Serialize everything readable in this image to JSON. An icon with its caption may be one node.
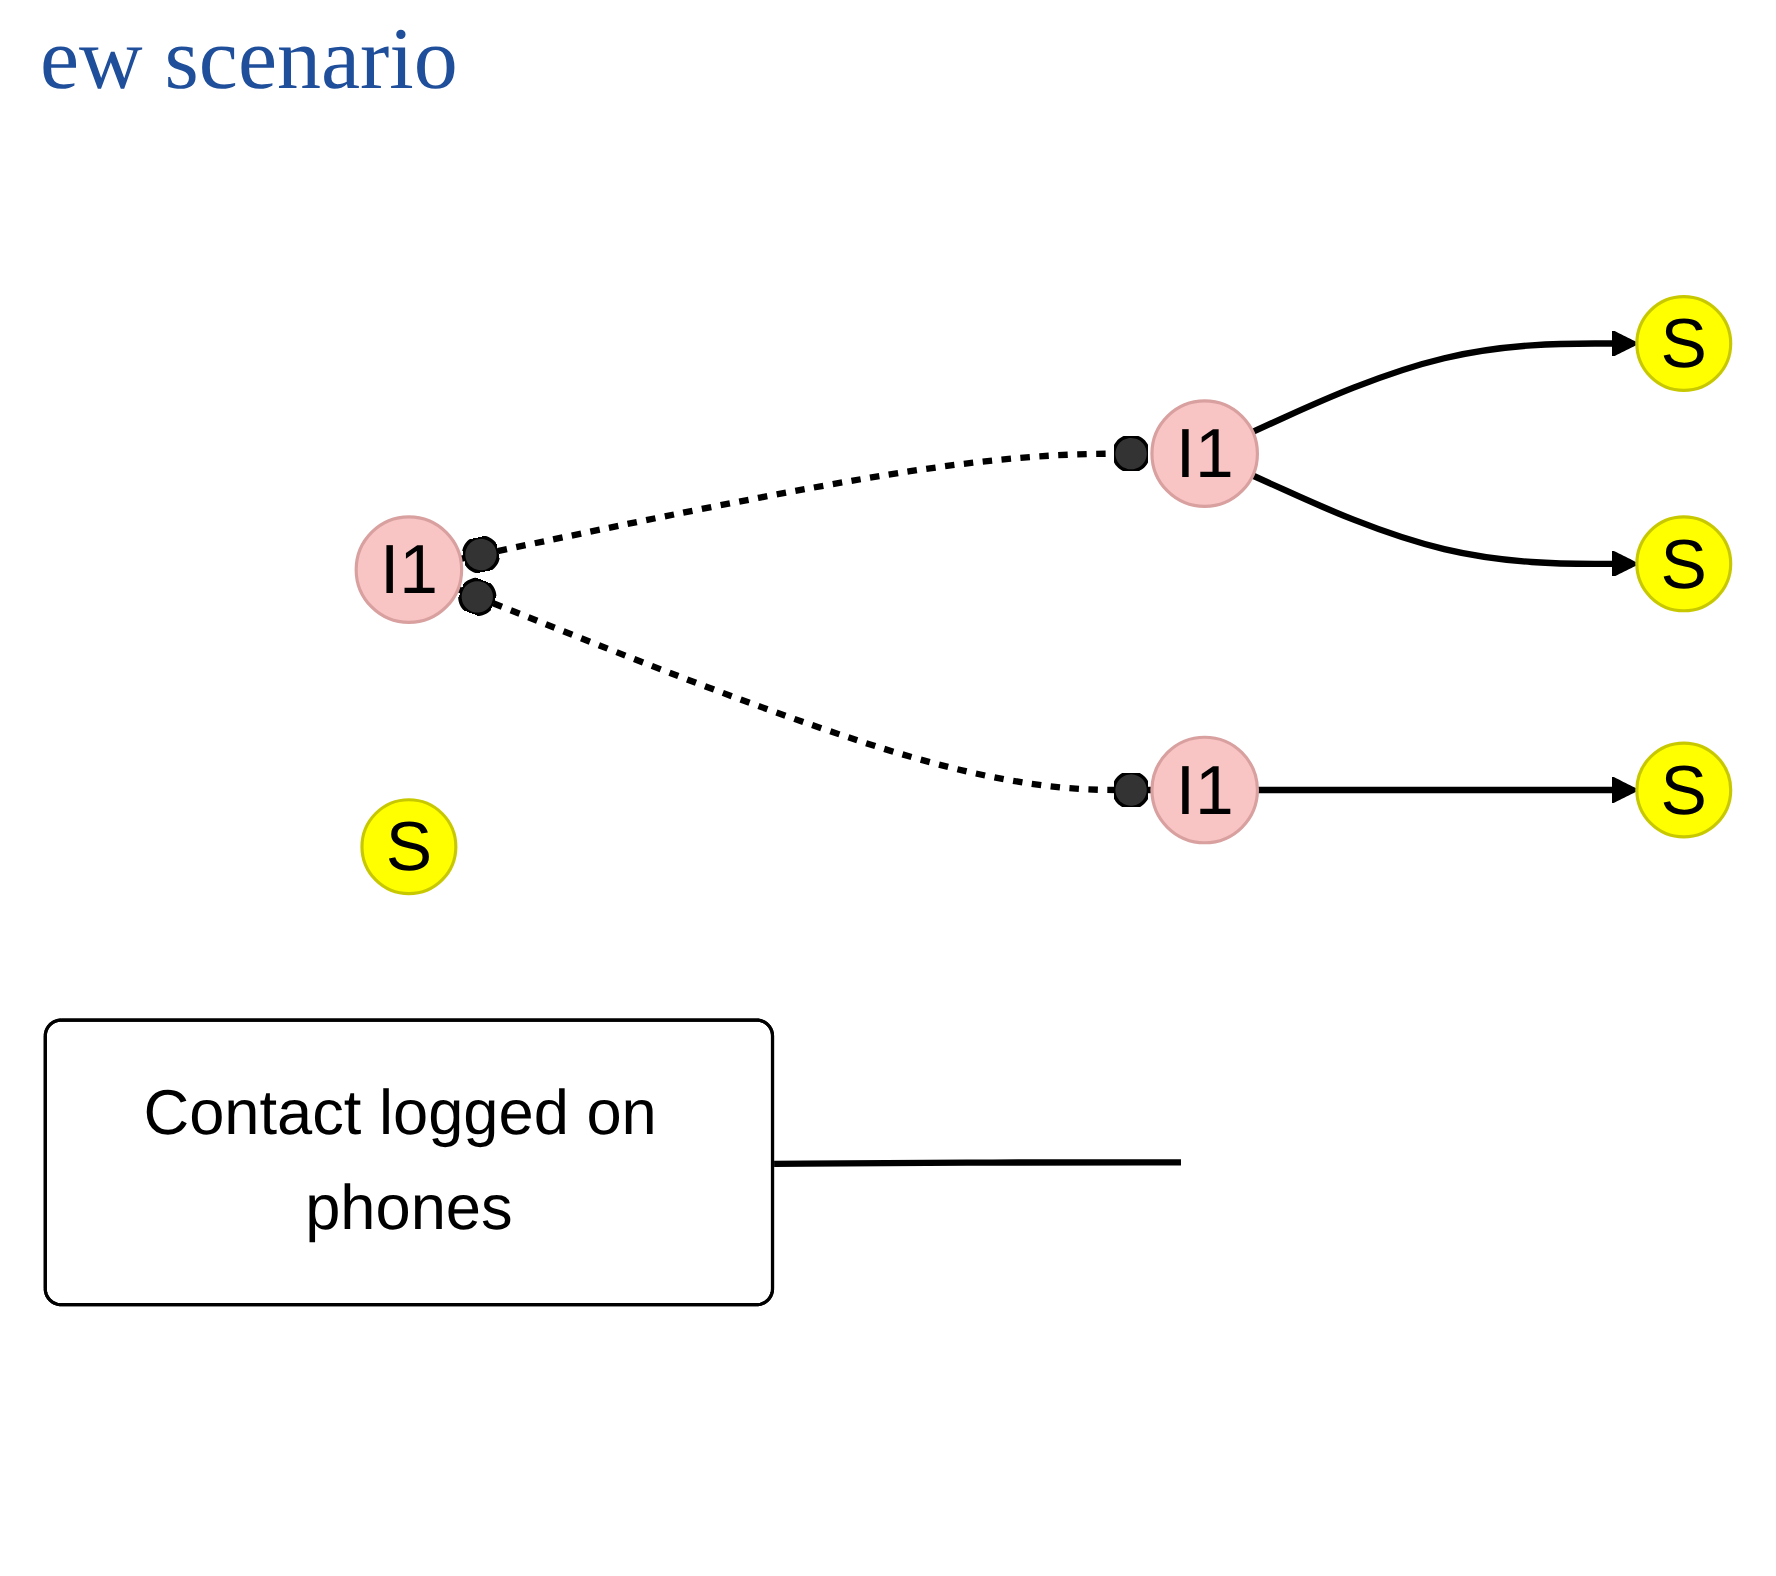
{
  "diagram": {
    "title": "ew scenario",
    "nodes": [
      {
        "text": [
          "I1"
        ]
      },
      {
        "text": [
          "I1"
        ]
      },
      {
        "text": [
          "I1"
        ]
      },
      {
        "text": [
          "S"
        ]
      },
      {
        "text": [
          "S"
        ]
      },
      {
        "text": [
          "S"
        ]
      },
      {
        "text": [
          "S"
        ]
      },
      {
        "text": [
          "Contact logged on phones"
        ]
      }
    ],
    "edges": [
      {
        "from": 0,
        "to": 1,
        "arrow": "other",
        "style": "dashed"
      },
      {
        "from": 0,
        "to": 2,
        "arrow": "other",
        "style": "dashed"
      },
      {
        "from": 1,
        "to": 3,
        "arrow": "to"
      },
      {
        "from": 1,
        "to": 4,
        "arrow": "to"
      },
      {
        "from": 2,
        "to": 5,
        "arrow": "to"
      },
      {
        "from": 7,
        "to": null,
        "arrow": "none"
      }
    ]
  }
}
